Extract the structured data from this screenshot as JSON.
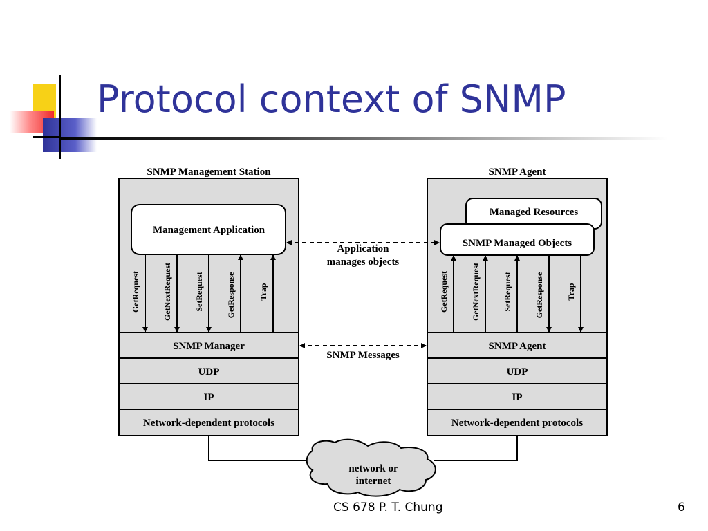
{
  "slide": {
    "title": "Protocol context of SNMP",
    "footer": "CS 678   P. T. Chung",
    "page_number": "6",
    "accent_colors": {
      "yellow": "#f7d117",
      "red": "#ee2a2a",
      "blue": "#2f3399"
    }
  },
  "diagram": {
    "station": {
      "heading": "SNMP Management Station",
      "app_box": "Management Application",
      "stack": [
        "SNMP Manager",
        "UDP",
        "IP",
        "Network-dependent protocols"
      ],
      "messages": [
        "GetRequest",
        "GetNextRequest",
        "SetRequest",
        "GetResponse",
        "Trap"
      ]
    },
    "agent": {
      "heading": "SNMP Agent",
      "resources_box": "Managed Resources",
      "objects_box": "SNMP Managed Objects",
      "stack": [
        "SNMP Agent",
        "UDP",
        "IP",
        "Network-dependent protocols"
      ],
      "messages": [
        "GetRequest",
        "GetNextRequest",
        "SetRequest",
        "GetResponse",
        "Trap"
      ]
    },
    "links": {
      "app_line1": "Application",
      "app_line2": "manages objects",
      "messages_label": "SNMP Messages"
    },
    "network": {
      "line1": "network or",
      "line2": "internet"
    }
  }
}
